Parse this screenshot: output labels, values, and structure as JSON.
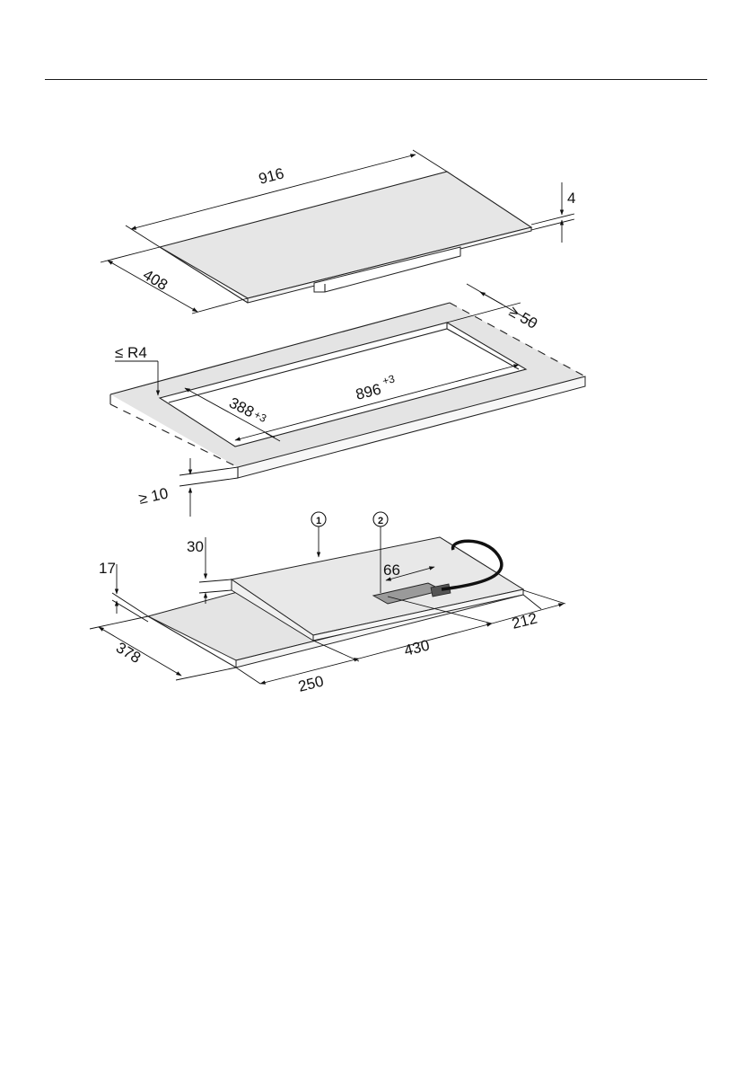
{
  "hob": {
    "width": "916",
    "depth": "408",
    "glass_thickness": "4"
  },
  "cutout": {
    "radius": "≤ R4",
    "length": "896",
    "length_tolerance": "+3",
    "depth": "388",
    "depth_tolerance": "+3",
    "rear_margin": "≥ 50",
    "worktop_thickness": "≥ 10"
  },
  "underside": {
    "callout_1": "1",
    "callout_2": "2",
    "step_height": "30",
    "base_height": "17",
    "front_depth": "378",
    "len_250": "250",
    "len_430": "430",
    "len_212": "212",
    "len_66": "66"
  }
}
